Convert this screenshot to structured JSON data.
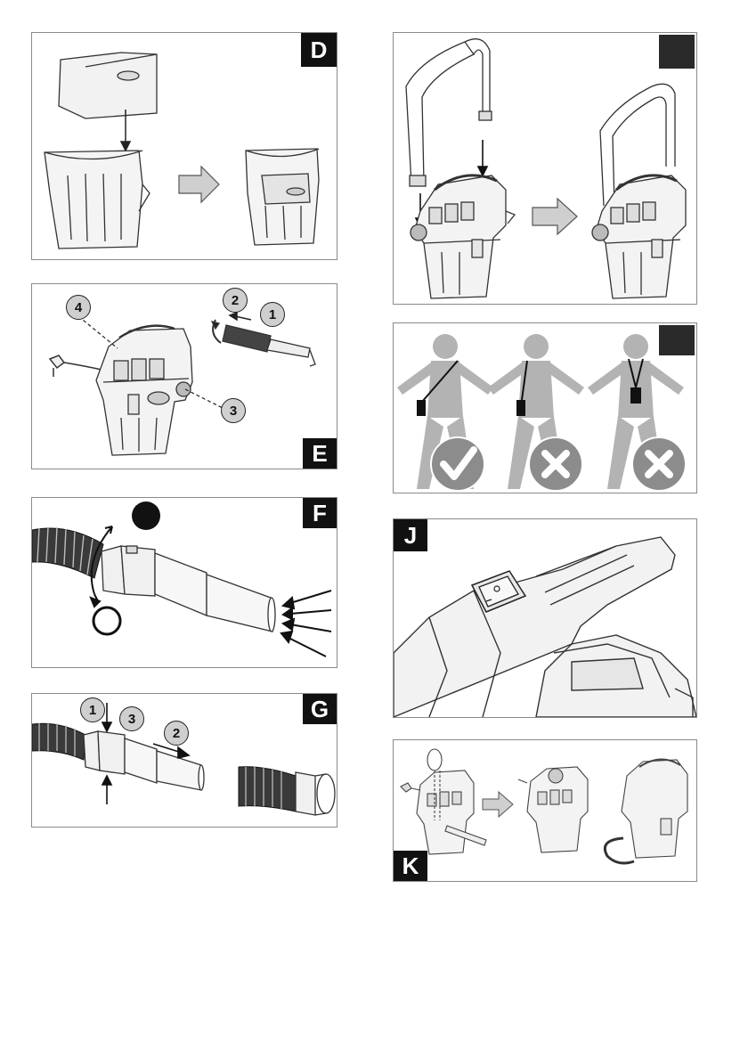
{
  "panels": {
    "d": {
      "badge": "D"
    },
    "e": {
      "badge": "E",
      "callouts": [
        "4",
        "2",
        "1",
        "3"
      ]
    },
    "f": {
      "badge": "F"
    },
    "g": {
      "badge": "G",
      "callouts": [
        "1",
        "3",
        "2"
      ]
    },
    "h": {
      "badge": ""
    },
    "i": {
      "badge": ""
    },
    "j": {
      "badge": "J"
    },
    "k": {
      "badge": "K"
    }
  },
  "colors": {
    "badge_bg": "#111111",
    "figure_gray": "#b3b3b3",
    "check_circle": "#8c8c8c"
  },
  "icons": {
    "ok": "check-mark-icon",
    "wrong": "cross-mark-icon"
  }
}
